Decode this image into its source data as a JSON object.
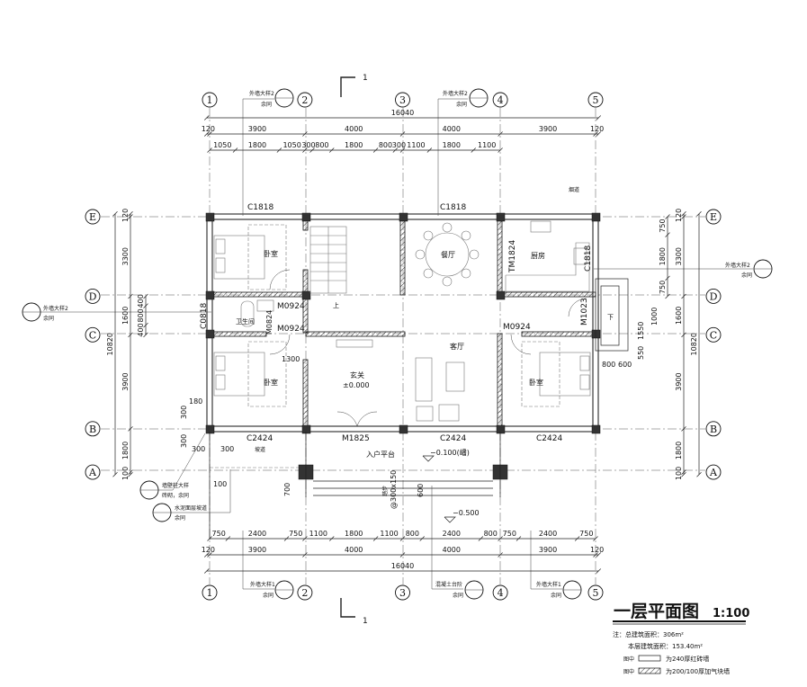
{
  "title": {
    "main": "一层平面图",
    "scale": "1:100"
  },
  "notes": {
    "total_area": "注：总建筑面积：306m²",
    "floor_area": "本层建筑面积：153.40m²",
    "legend_brick": "为240厚红砖墙",
    "legend_block": "为200/100厚加气块墙",
    "legend_prefix": "图中"
  },
  "section_mark": "1",
  "axes_x": [
    "1",
    "2",
    "3",
    "4",
    "5"
  ],
  "axes_y": [
    "E",
    "D",
    "C",
    "B",
    "A"
  ],
  "axis_spacing_mm": {
    "x": [
      3900,
      4000,
      4000,
      3900
    ],
    "y": [
      3300,
      1600,
      3900,
      1800
    ]
  },
  "dimensions": {
    "top_total": [
      16040
    ],
    "top_axes": [
      120,
      3900,
      4000,
      4000,
      3900,
      120
    ],
    "top_detail": [
      1050,
      1800,
      1050,
      300,
      800,
      1800,
      800,
      300,
      1100,
      1800,
      1100
    ],
    "bottom_detail": [
      750,
      2400,
      750,
      1100,
      1800,
      1100,
      800,
      2400,
      800,
      750,
      2400,
      750
    ],
    "bottom_axes": [
      120,
      3900,
      4000,
      4000,
      3900,
      120
    ],
    "bottom_total": [
      16040
    ],
    "left_total": [
      10820
    ],
    "left_axes": [
      120,
      3300,
      1600,
      3900,
      1800,
      100
    ],
    "left_detail": [
      400,
      800,
      400
    ],
    "right_total": [
      10820
    ],
    "right_axes": [
      120,
      3300,
      1600,
      3900,
      1800,
      100
    ],
    "right_detail": [
      750,
      1800,
      750
    ]
  },
  "rooms": {
    "bedroom1": "卧室",
    "bathroom": "卫生间",
    "bedroom2": "卧室",
    "foyer": "玄关",
    "foyer_level": "±0.000",
    "dining": "餐厅",
    "kitchen": "厨房",
    "living": "客厅",
    "bedroom3": "卧室",
    "entry_platform": "入户平台"
  },
  "openings": {
    "c1818_a": "C1818",
    "c1818_b": "C1818",
    "c1818_c": "C1818",
    "tm1824": "TM1824",
    "c0818": "C0818",
    "m0824": "M0824",
    "m0924_a": "M0924",
    "m0924_b": "M0924",
    "m0924_c": "M0924",
    "m1023": "M1023",
    "m1825": "M1825",
    "c2424_a": "C2424",
    "c2424_b": "C2424",
    "c2424_c": "C2424"
  },
  "annotations": {
    "level_platform": "−0.100(嶓)",
    "level_ground": "−0.500",
    "ramp": "坡道",
    "step": "踏步",
    "step_spec": "@300x150",
    "flue": "烟道",
    "down": "下",
    "up": "上",
    "dim_1300": "1300",
    "dim_180": "180",
    "dim_300a": "300",
    "dim_300b": "300",
    "dim_300c": "300",
    "dim_300d": "300",
    "dim_100": "100",
    "dim_600": "600",
    "dim_800": "800",
    "dim_600b": "600",
    "dim_700": "700",
    "dim_1550": "1550",
    "dim_1000": "1000",
    "dim_550": "550"
  },
  "callouts": {
    "top_left": {
      "label": "外墙大样2",
      "sub": "余同"
    },
    "top_mid": {
      "label": "外墙大样2",
      "sub": "余同"
    },
    "right": {
      "label": "外墙大样2",
      "sub": "余同"
    },
    "left": {
      "label": "外墙大样2",
      "sub": "余同"
    },
    "col_detail": {
      "label": "墙壁柱大样",
      "sub": "砖砌，余同"
    },
    "ramp_detail": {
      "label": "水泥面层坡道",
      "sub": "余同"
    },
    "bottom_left": {
      "label": "外墙大样1",
      "sub": "余同"
    },
    "bottom_mid": {
      "label": "混凝土台阶",
      "sub": "余同"
    },
    "bottom_right": {
      "label": "外墙大样1",
      "sub": "余同"
    }
  }
}
